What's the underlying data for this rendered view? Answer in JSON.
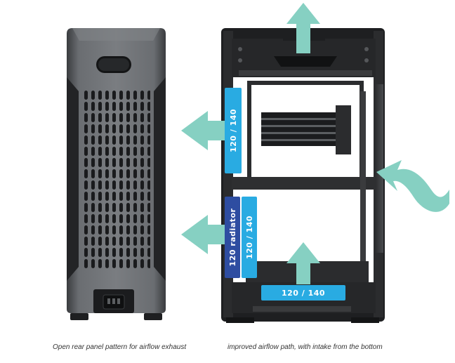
{
  "captions": {
    "left": "Open rear panel pattern for airflow exhaust",
    "right": "improved airflow path, with intake from the bottom"
  },
  "fan_labels": {
    "top_side": "120 / 140",
    "radiator": "120 radiator",
    "lower_side": "120 / 140",
    "bottom": "120 / 140"
  },
  "colors": {
    "arrow": "#86d0c2",
    "fan_light_blue": "#29abe2",
    "fan_dark_blue": "#2e4da1",
    "case_gray": "#5b5e61",
    "case_dark": "#1e1f21"
  },
  "icons": {
    "exhaust_arrows": "arrow-left-icon",
    "top_exhaust": "arrow-up-icon",
    "bottom_intake": "arrow-up-icon",
    "side_intake": "curved-arrow-icon"
  }
}
